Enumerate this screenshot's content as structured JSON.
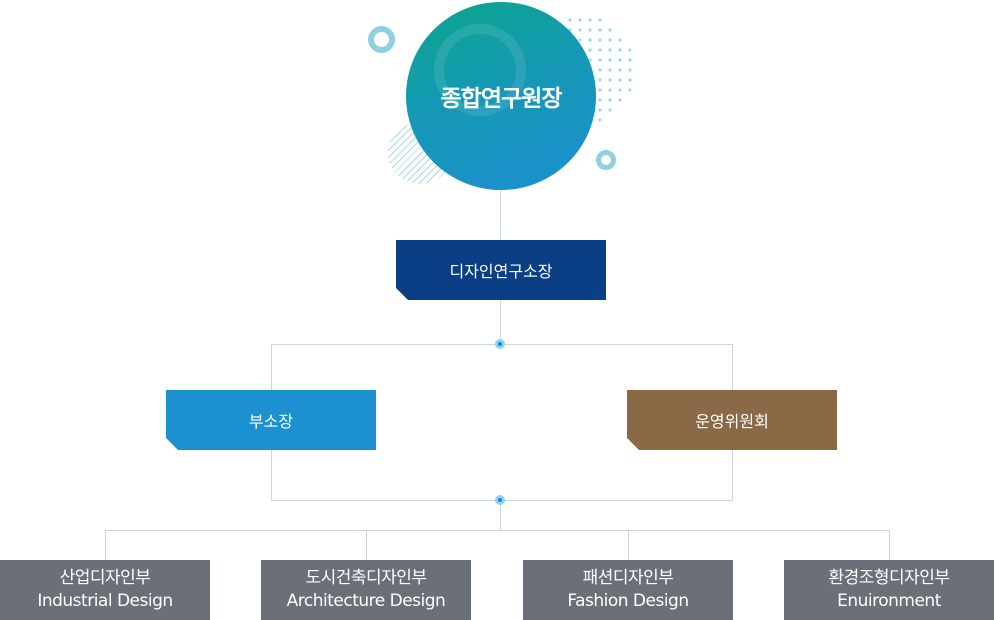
{
  "root": {
    "label": "종합연구원장"
  },
  "director": {
    "label": "디자인연구소장"
  },
  "branches": {
    "left": {
      "label": "부소장"
    },
    "right": {
      "label": "운영위원회"
    }
  },
  "departments": [
    {
      "name": "산업디자인부",
      "english": "Industrial Design"
    },
    {
      "name": "도시건축디자인부",
      "english": "Architecture Design"
    },
    {
      "name": "패션디자인부",
      "english": "Fashion Design"
    },
    {
      "name": "환경조형디자인부",
      "english": "Enuironment"
    }
  ],
  "colors": {
    "root_gradient": [
      "#0aa68c",
      "#1c8fd2"
    ],
    "director": "#0a3f85",
    "vice": "#1d90d2",
    "committee": "#8a6a46",
    "department": "#6b7078",
    "connector": "#cfd4d9"
  }
}
